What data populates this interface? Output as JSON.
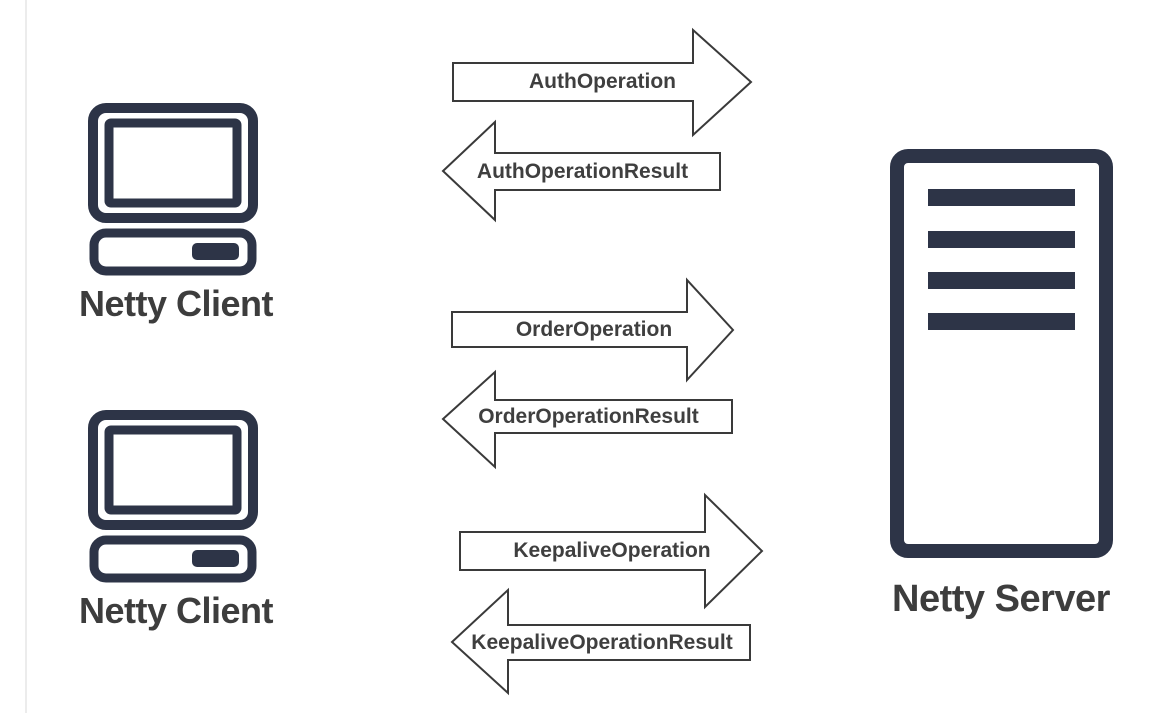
{
  "diagram": {
    "description": "Netty client-server message flow diagram"
  },
  "colors": {
    "icon_navy": "#2d3447",
    "label_text": "#3d3d3d",
    "arrow_stroke": "#3a3a3a",
    "arrow_fill": "#ffffff",
    "arrow_text": "#3f3f3f",
    "page_edge_line": "#ececec",
    "background": "#ffffff"
  },
  "nodes": {
    "client_top": {
      "label": "Netty Client",
      "icon": "laptop-icon"
    },
    "client_bottom": {
      "label": "Netty Client",
      "icon": "laptop-icon"
    },
    "server": {
      "label": "Netty Server",
      "icon": "server-icon"
    }
  },
  "messages": [
    {
      "id": "auth-operation",
      "label": "AuthOperation",
      "direction": "right",
      "from": "Netty Client",
      "to": "Netty Server"
    },
    {
      "id": "auth-operation-result",
      "label": "AuthOperationResult",
      "direction": "left",
      "from": "Netty Server",
      "to": "Netty Client"
    },
    {
      "id": "order-operation",
      "label": "OrderOperation",
      "direction": "right",
      "from": "Netty Client",
      "to": "Netty Server"
    },
    {
      "id": "order-operation-result",
      "label": "OrderOperationResult",
      "direction": "left",
      "from": "Netty Server",
      "to": "Netty Client"
    },
    {
      "id": "keepalive-operation",
      "label": "KeepaliveOperation",
      "direction": "right",
      "from": "Netty Client",
      "to": "Netty Server"
    },
    {
      "id": "keepalive-operation-result",
      "label": "KeepaliveOperationResult",
      "direction": "left",
      "from": "Netty Server",
      "to": "Netty Client"
    }
  ]
}
